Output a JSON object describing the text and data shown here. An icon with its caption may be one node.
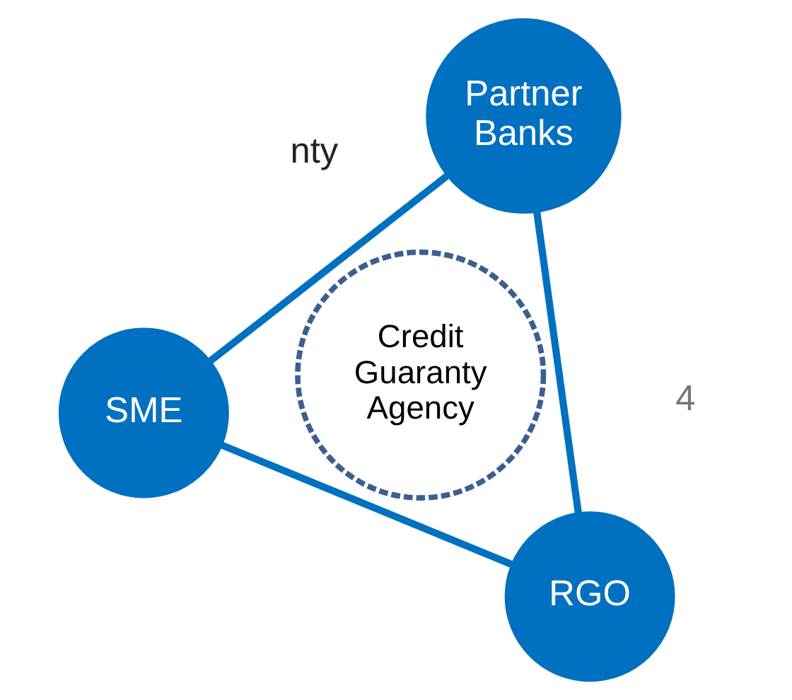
{
  "diagram": {
    "nodes": [
      {
        "text": [
          "SME"
        ]
      },
      {
        "text": [
          "Credit Guaranty Agency"
        ]
      },
      {
        "text": [
          "RGO"
        ]
      },
      {
        "text": [
          "Partner Banks"
        ]
      }
    ],
    "edges": [
      {
        "from": 0,
        "to": 2,
        "arrow": "none"
      },
      {
        "from": 2,
        "to": 3,
        "arrow": "none"
      },
      {
        "from": 3,
        "to": 0,
        "arrow": "none"
      }
    ],
    "labels": [
      "nty",
      "4"
    ]
  }
}
